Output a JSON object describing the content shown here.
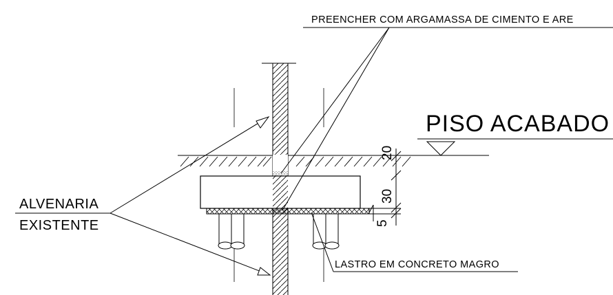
{
  "labels": {
    "fill_note": "PREENCHER COM ARGAMASSA DE CIMENTO E ARE",
    "finished_floor": "PISO ACABADO",
    "existing_masonry_line1": "ALVENARIA",
    "existing_masonry_line2": "EXISTENTE",
    "lean_concrete": "LASTRO EM CONCRETO MAGRO"
  },
  "dimensions": [
    "20",
    "30",
    "5"
  ],
  "colors": {
    "ink": "#000000",
    "background": "#ffffff"
  }
}
